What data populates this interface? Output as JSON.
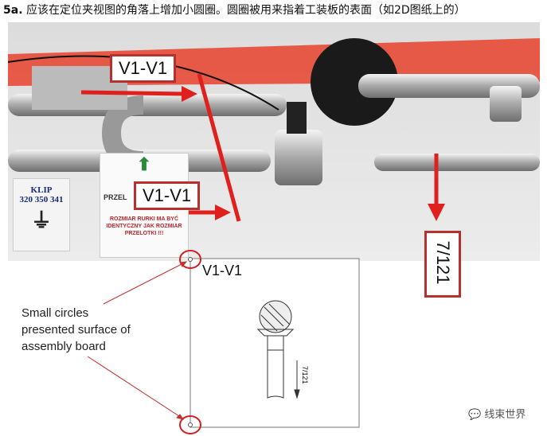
{
  "title": {
    "prefix": "5a.",
    "text": "应该在定位夹视图的角落上增加小圆圈。圆圈被用来指着工装板的表面（如2D图纸上的）"
  },
  "photo": {
    "label_top": "V1-V1",
    "label_bottom": "V1-V1",
    "direction_label": "7/121",
    "klip_sign": {
      "title": "KLIP",
      "number": "320 350 341"
    },
    "warning_sign": {
      "line1": "PRZEL",
      "line2": "ROZMIAR RURKI MA BYĆ IDENTYCZNY JAK ROZMIAR PRZELOTKI !!!"
    },
    "accent_color": "#d9201f"
  },
  "drawing": {
    "title": "V1-V1",
    "direction_label": "7/121"
  },
  "note": {
    "lines": [
      "Small circles",
      "presented surface of",
      "assembly board"
    ]
  },
  "watermark": {
    "icon": "wechat-icon",
    "text": "线束世界"
  }
}
